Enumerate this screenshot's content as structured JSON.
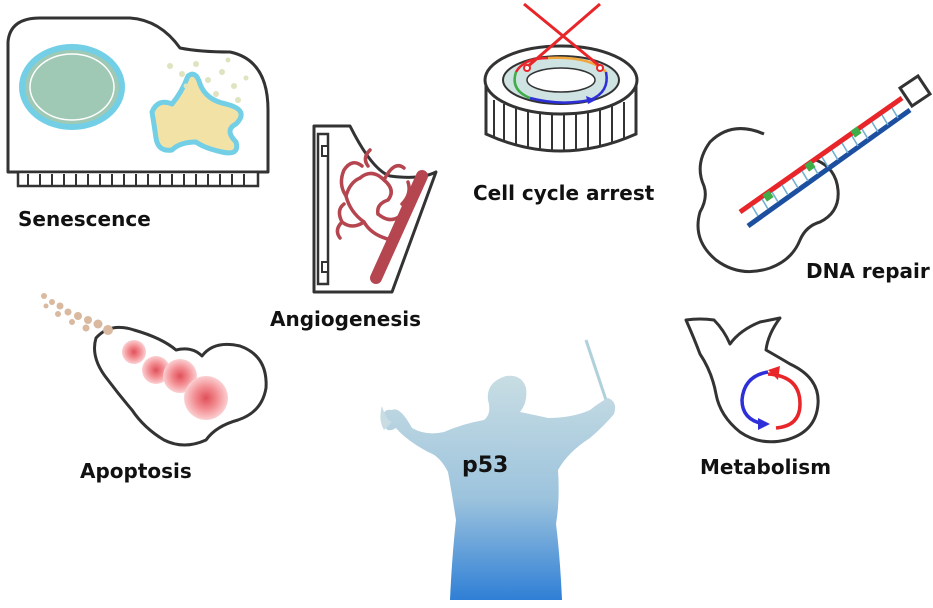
{
  "labels": {
    "senescence": "Senescence",
    "angiogenesis": "Angiogenesis",
    "cell_cycle_arrest": "Cell cycle arrest",
    "dna_repair": "DNA repair",
    "apoptosis": "Apoptosis",
    "metabolism": "Metabolism",
    "conductor": "p53"
  },
  "icons": {
    "senescence": "piano-icon",
    "angiogenesis": "harp-icon",
    "cell_cycle_arrest": "drum-icon",
    "dna_repair": "guitar-icon",
    "apoptosis": "violin-icon",
    "metabolism": "french-horn-icon",
    "conductor": "conductor-silhouette-icon"
  },
  "colors": {
    "outline": "#333333",
    "text": "#111111",
    "cell_nucleus": "#9fc9b5",
    "cell_membrane": "#73cfe6",
    "senescent_cell": "#f3e2a6",
    "vessel": "#b5454f",
    "conductor_top": "#c8dde3",
    "conductor_bottom": "#2f7fd6",
    "arrest_x": "#e8262a",
    "dna_red": "#e8262a",
    "dna_blue": "#1c4fa0",
    "dna_green": "#3fae49",
    "apoptotic_cell": "#f28b90",
    "metabolism_red": "#e8262a",
    "metabolism_blue": "#2d2fd8"
  }
}
